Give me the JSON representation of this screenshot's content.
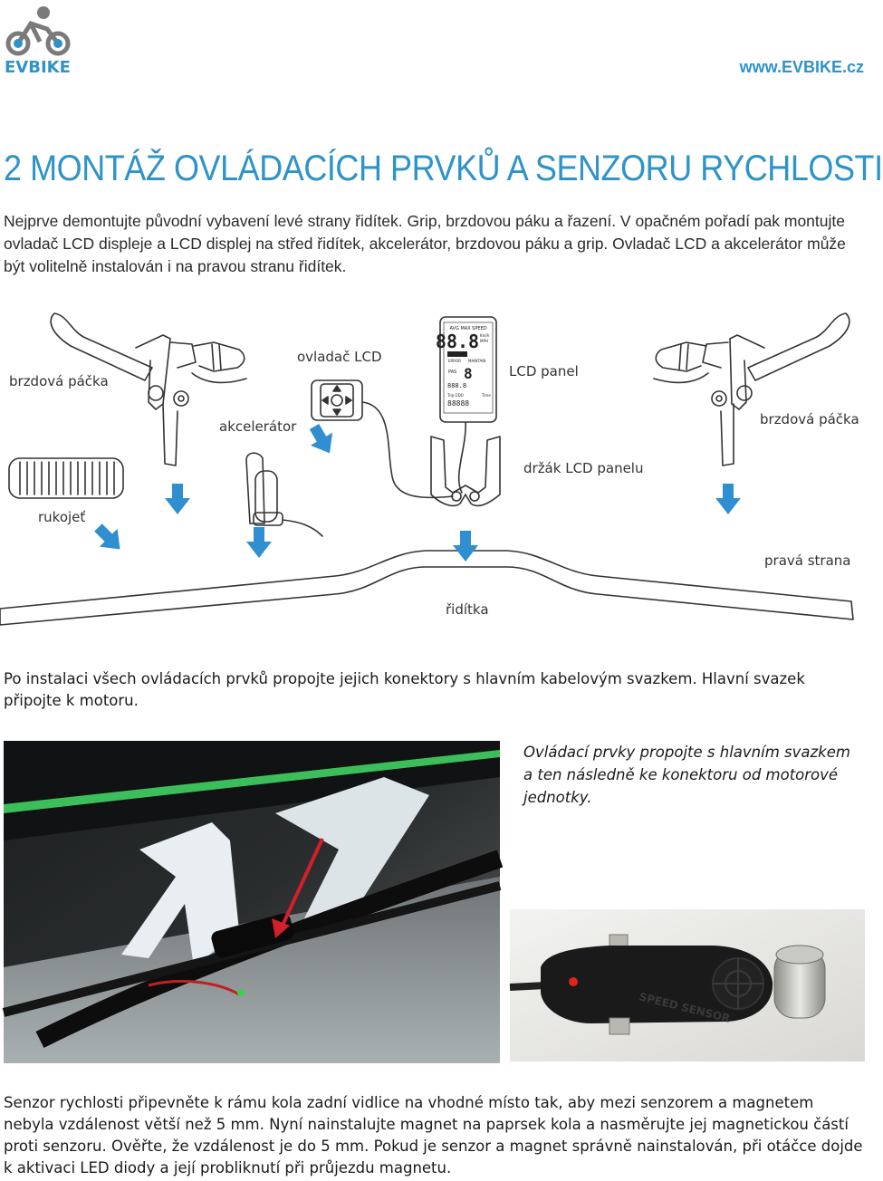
{
  "header": {
    "logo_text": "EVBIKE",
    "website": "www.EVBIKE.cz"
  },
  "title": "2 MONTÁŽ OVLÁDACÍCH PRVKŮ A SENZORU RYCHLOSTI",
  "intro": "Nejprve demontujte původní vybavení levé strany řidítek. Grip, brzdovou páku a řazení. V opačném pořadí pak montujte ovladač LCD displeje a LCD displej na střed řidítek, akcelerátor, brzdovou páku a grip. Ovladač LCD a akcelerátor může být volitelně instalován i na pravou stranu řidítek.",
  "diagram": {
    "labels": {
      "brake_left": "brzdová páčka",
      "throttle": "akcelerátor",
      "lcd_controller": "ovladač LCD",
      "lcd_panel": "LCD panel",
      "brake_right": "brzdová páčka",
      "lcd_holder": "držák LCD panelu",
      "grip": "rukojeť",
      "right_side": "pravá strana",
      "handlebar": "řidítka"
    },
    "lcd_screen": {
      "header": "AVG  MAX  SPEED",
      "speed": "88.8",
      "unit_kmh": "Km/h",
      "unit_mph": "MPH",
      "error": "ERROR",
      "maintain": "MAINTAIN",
      "pas": "PAS",
      "digit": "8",
      "readout": "888.8",
      "trip_odo": "Trip ODO",
      "time": "Time",
      "odo_value": "88888"
    },
    "colors": {
      "arrow": "#2f8fd0",
      "line": "#333333"
    }
  },
  "connect_text": "Po instalaci všech ovládacích prvků propojte jejich konektory s hlavním kabelovým svazkem. Hlavní svazek připojte k motoru.",
  "photo_note": "Ovládací prvky propojte s hlavním svazkem a ten následně ke konektoru od motorové jednotky.",
  "sensor_label": "SPEED SENSOR",
  "sensor_text": "Senzor rychlosti připevněte k rámu kola zadní vidlice na vhodné místo tak, aby mezi senzorem a magnetem nebyla vzdálenost větší než 5 mm. Nyní nainstalujte magnet na paprsek kola a nasměrujte jej magnetickou částí proti senzoru. Ověřte, že vzdálenost je do 5 mm. Pokud je senzor a magnet správně nainstalován, při otáčce dojde k aktivaci LED diody a její probliknutí při průjezdu magnetu."
}
